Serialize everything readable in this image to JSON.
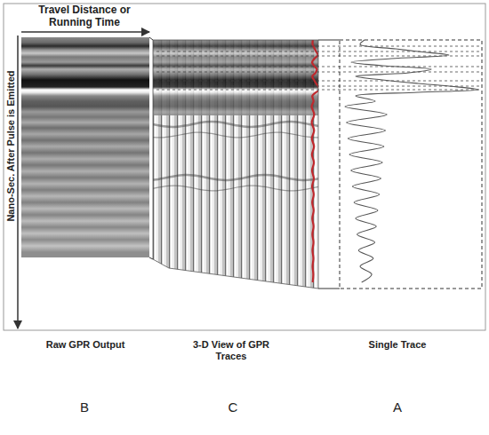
{
  "diagram": {
    "labels": [
      "Travel Distance or Running Time",
      "Nano-Sec. After Pulse is Emitted",
      "Raw GPR Output",
      "3-D View of GPR Traces",
      "Single Trace",
      "B",
      "C",
      "A"
    ]
  }
}
